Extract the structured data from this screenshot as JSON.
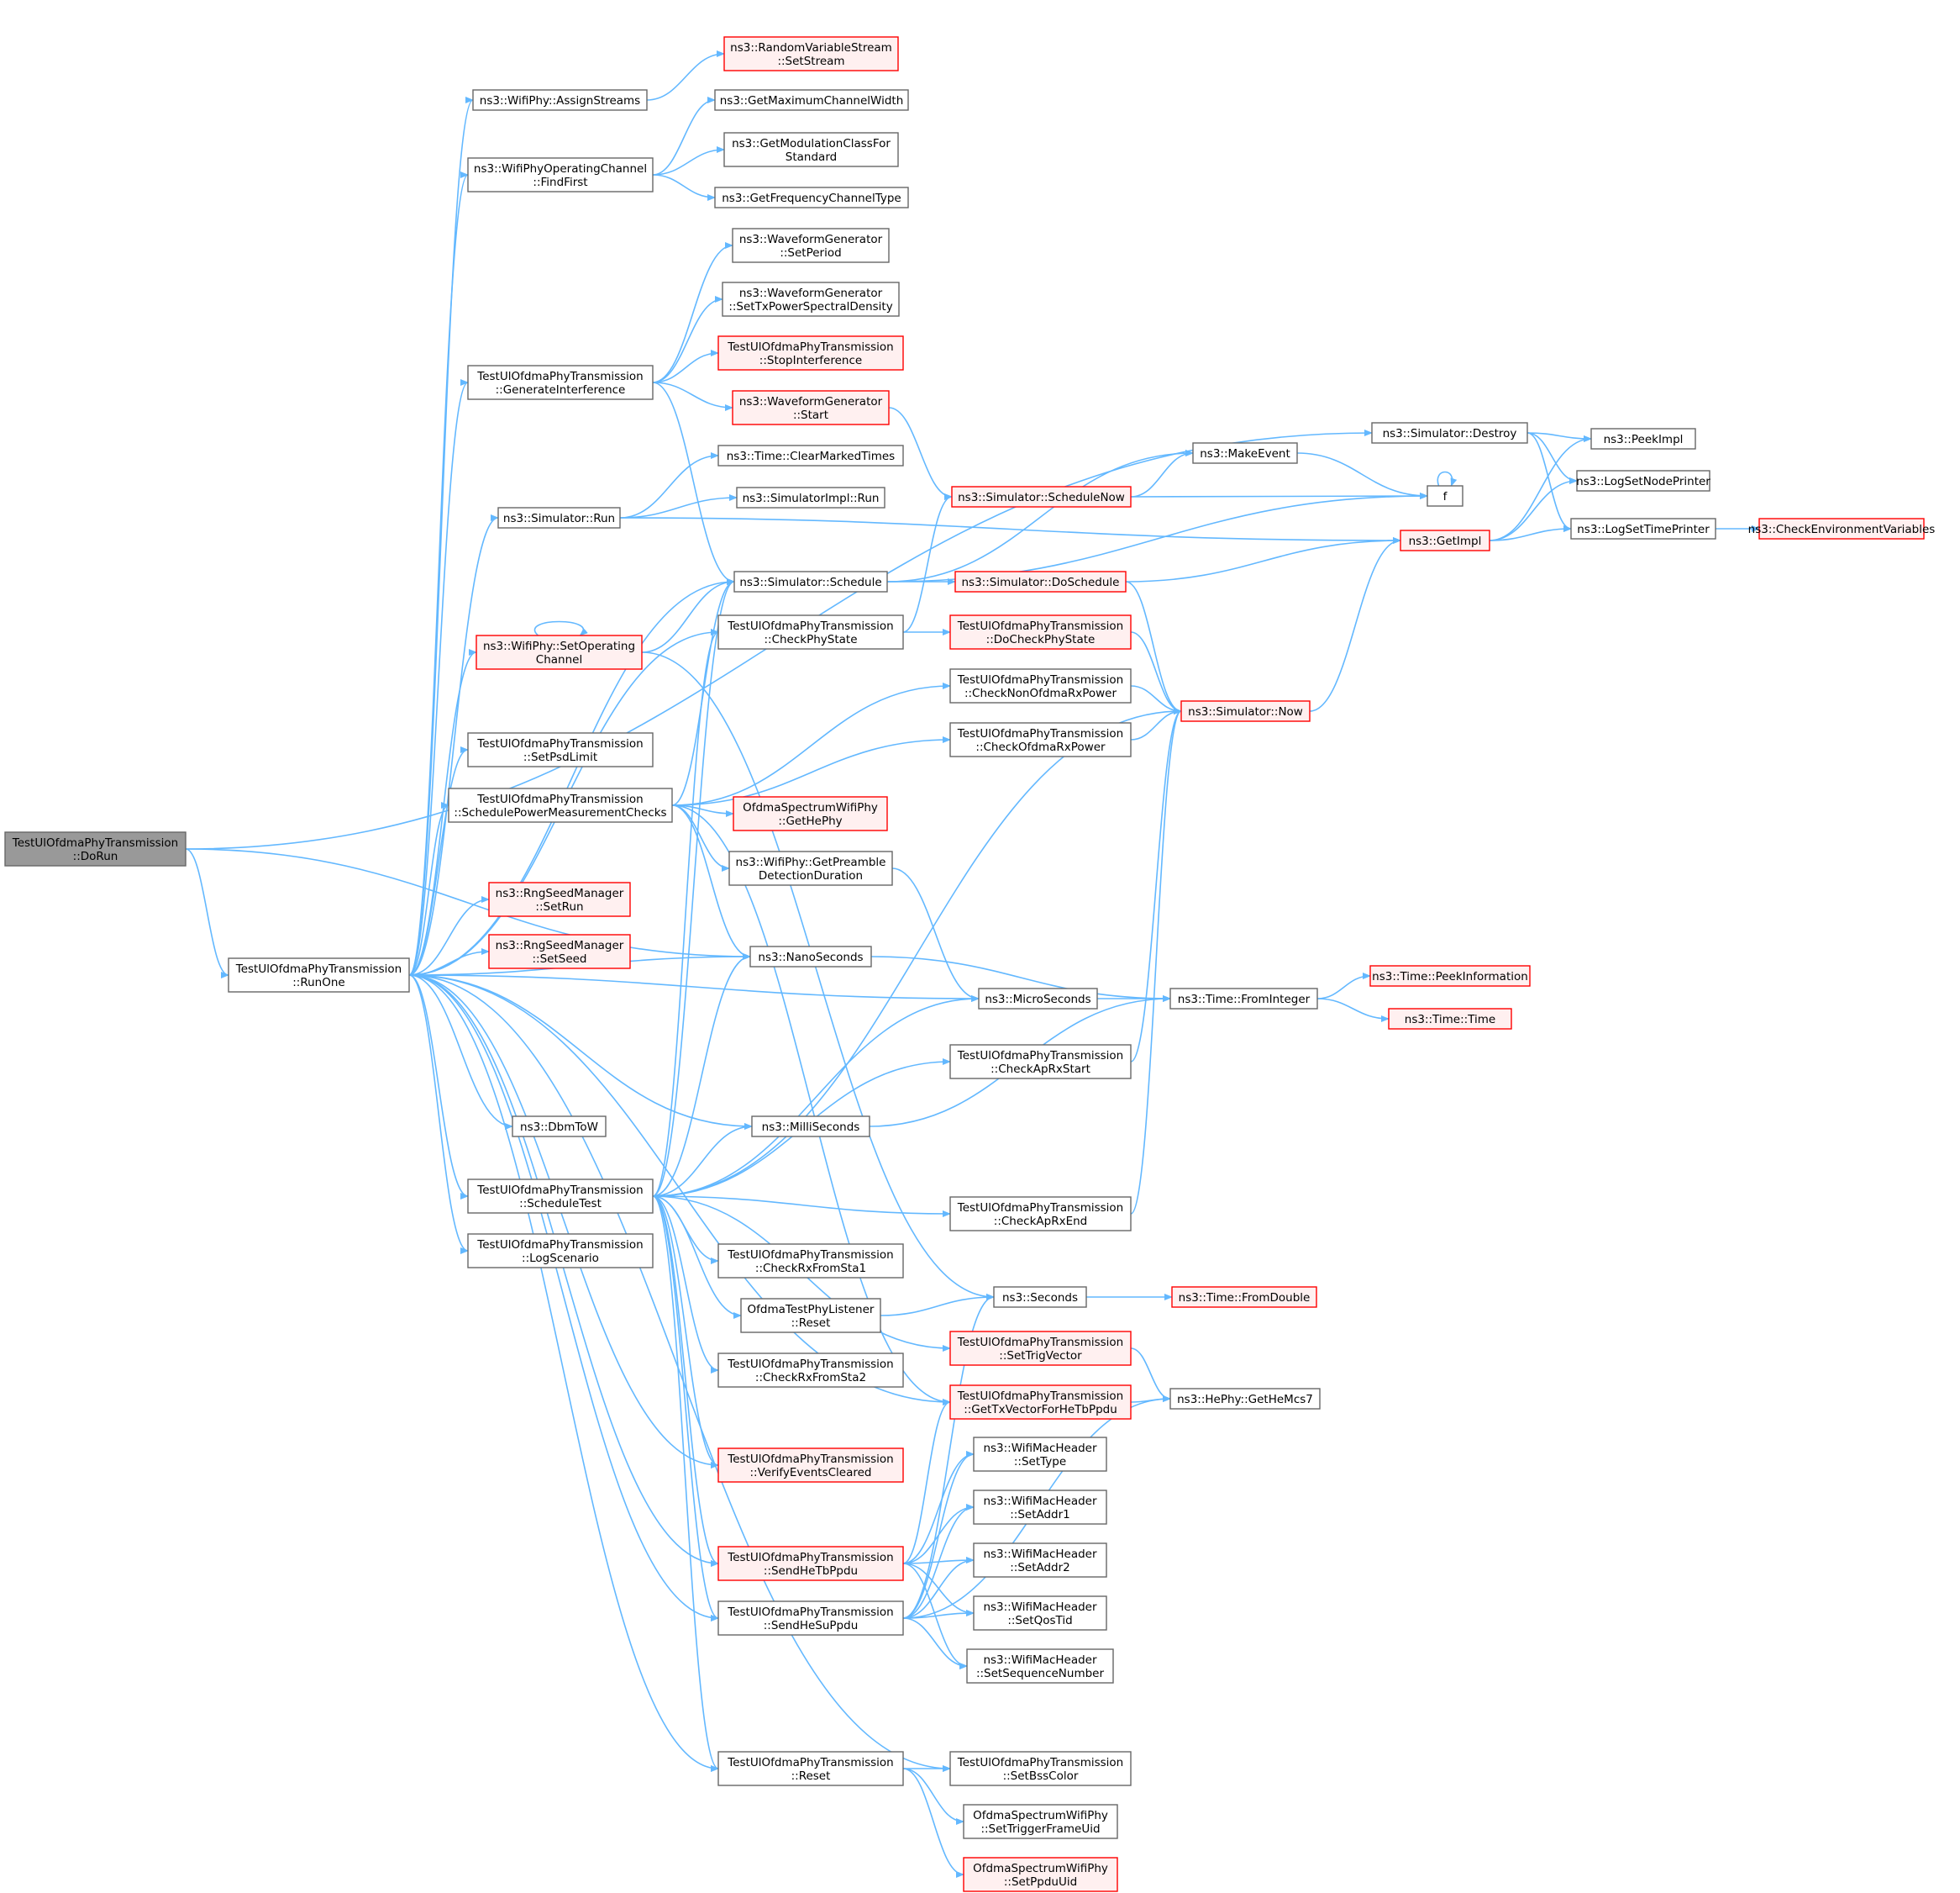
{
  "colors": {
    "edge": "#63b8ff",
    "node_border": "#666666",
    "node_fill": "#ffffff",
    "focus_fill": "#999999",
    "focus_border": "#666666",
    "red_border": "#ff0000",
    "red_fill": "#fff0f0",
    "text": "#000000"
  },
  "nodes": [
    {
      "id": "dorun",
      "lines": [
        "TestUlOfdmaPhyTransmission",
        "::DoRun"
      ],
      "style": "focus"
    },
    {
      "id": "runone",
      "lines": [
        "TestUlOfdmaPhyTransmission",
        "::RunOne"
      ],
      "style": "normal"
    },
    {
      "id": "assignstreams",
      "lines": [
        "ns3::WifiPhy::AssignStreams"
      ],
      "style": "normal"
    },
    {
      "id": "setstream",
      "lines": [
        "ns3::RandomVariableStream",
        "::SetStream"
      ],
      "style": "red"
    },
    {
      "id": "findfirst",
      "lines": [
        "ns3::WifiPhyOperatingChannel",
        "::FindFirst"
      ],
      "style": "normal"
    },
    {
      "id": "getmaxcw",
      "lines": [
        "ns3::GetMaximumChannelWidth"
      ],
      "style": "normal"
    },
    {
      "id": "getmodclass",
      "lines": [
        "ns3::GetModulationClassFor",
        "Standard"
      ],
      "style": "normal"
    },
    {
      "id": "getfreqtype",
      "lines": [
        "ns3::GetFrequencyChannelType"
      ],
      "style": "normal"
    },
    {
      "id": "geninterf",
      "lines": [
        "TestUlOfdmaPhyTransmission",
        "::GenerateInterference"
      ],
      "style": "normal"
    },
    {
      "id": "wg_setperiod",
      "lines": [
        "ns3::WaveformGenerator",
        "::SetPeriod"
      ],
      "style": "normal"
    },
    {
      "id": "wg_setpsd",
      "lines": [
        "ns3::WaveformGenerator",
        "::SetTxPowerSpectralDensity"
      ],
      "style": "normal"
    },
    {
      "id": "stopinterf",
      "lines": [
        "TestUlOfdmaPhyTransmission",
        "::StopInterference"
      ],
      "style": "red"
    },
    {
      "id": "wg_start",
      "lines": [
        "ns3::WaveformGenerator",
        "::Start"
      ],
      "style": "red"
    },
    {
      "id": "clearmarked",
      "lines": [
        "ns3::Time::ClearMarkedTimes"
      ],
      "style": "normal"
    },
    {
      "id": "simrun",
      "lines": [
        "ns3::Simulator::Run"
      ],
      "style": "normal"
    },
    {
      "id": "simimplrun",
      "lines": [
        "ns3::SimulatorImpl::Run"
      ],
      "style": "normal"
    },
    {
      "id": "schedule",
      "lines": [
        "ns3::Simulator::Schedule"
      ],
      "style": "normal"
    },
    {
      "id": "setopch",
      "lines": [
        "ns3::WifiPhy::SetOperating",
        "Channel"
      ],
      "style": "red"
    },
    {
      "id": "checkphystate",
      "lines": [
        "TestUlOfdmaPhyTransmission",
        "::CheckPhyState"
      ],
      "style": "normal"
    },
    {
      "id": "setpsdlimit",
      "lines": [
        "TestUlOfdmaPhyTransmission",
        "::SetPsdLimit"
      ],
      "style": "normal"
    },
    {
      "id": "schedpower",
      "lines": [
        "TestUlOfdmaPhyTransmission",
        "::SchedulePowerMeasurementChecks"
      ],
      "style": "normal"
    },
    {
      "id": "gethephy",
      "lines": [
        "OfdmaSpectrumWifiPhy",
        "::GetHePhy"
      ],
      "style": "red"
    },
    {
      "id": "getpreamble",
      "lines": [
        "ns3::WifiPhy::GetPreamble",
        "DetectionDuration"
      ],
      "style": "normal"
    },
    {
      "id": "setrun",
      "lines": [
        "ns3::RngSeedManager",
        "::SetRun"
      ],
      "style": "red"
    },
    {
      "id": "setseed",
      "lines": [
        "ns3::RngSeedManager",
        "::SetSeed"
      ],
      "style": "red"
    },
    {
      "id": "nanoseconds",
      "lines": [
        "ns3::NanoSeconds"
      ],
      "style": "normal"
    },
    {
      "id": "microseconds",
      "lines": [
        "ns3::MicroSeconds"
      ],
      "style": "normal"
    },
    {
      "id": "dbmtow",
      "lines": [
        "ns3::DbmToW"
      ],
      "style": "normal"
    },
    {
      "id": "milliseconds",
      "lines": [
        "ns3::MilliSeconds"
      ],
      "style": "normal"
    },
    {
      "id": "scheduletest",
      "lines": [
        "TestUlOfdmaPhyTransmission",
        "::ScheduleTest"
      ],
      "style": "normal"
    },
    {
      "id": "logscenario",
      "lines": [
        "TestUlOfdmaPhyTransmission",
        "::LogScenario"
      ],
      "style": "normal"
    },
    {
      "id": "checkrxsta1",
      "lines": [
        "TestUlOfdmaPhyTransmission",
        "::CheckRxFromSta1"
      ],
      "style": "normal"
    },
    {
      "id": "listenerreset",
      "lines": [
        "OfdmaTestPhyListener",
        "::Reset"
      ],
      "style": "normal"
    },
    {
      "id": "checkrxsta2",
      "lines": [
        "TestUlOfdmaPhyTransmission",
        "::CheckRxFromSta2"
      ],
      "style": "normal"
    },
    {
      "id": "verifyevents",
      "lines": [
        "TestUlOfdmaPhyTransmission",
        "::VerifyEventsCleared"
      ],
      "style": "red"
    },
    {
      "id": "sendhetb",
      "lines": [
        "TestUlOfdmaPhyTransmission",
        "::SendHeTbPpdu"
      ],
      "style": "red"
    },
    {
      "id": "sendhesu",
      "lines": [
        "TestUlOfdmaPhyTransmission",
        "::SendHeSuPpdu"
      ],
      "style": "normal"
    },
    {
      "id": "treset",
      "lines": [
        "TestUlOfdmaPhyTransmission",
        "::Reset"
      ],
      "style": "normal"
    },
    {
      "id": "makeevent",
      "lines": [
        "ns3::MakeEvent"
      ],
      "style": "normal"
    },
    {
      "id": "schedulenow",
      "lines": [
        "ns3::Simulator::ScheduleNow"
      ],
      "style": "red"
    },
    {
      "id": "doschedule",
      "lines": [
        "ns3::Simulator::DoSchedule"
      ],
      "style": "red"
    },
    {
      "id": "docheckphy",
      "lines": [
        "TestUlOfdmaPhyTransmission",
        "::DoCheckPhyState"
      ],
      "style": "red"
    },
    {
      "id": "checknonofdma",
      "lines": [
        "TestUlOfdmaPhyTransmission",
        "::CheckNonOfdmaRxPower"
      ],
      "style": "normal"
    },
    {
      "id": "checkofdma",
      "lines": [
        "TestUlOfdmaPhyTransmission",
        "::CheckOfdmaRxPower"
      ],
      "style": "normal"
    },
    {
      "id": "checkaprxstart",
      "lines": [
        "TestUlOfdmaPhyTransmission",
        "::CheckApRxStart"
      ],
      "style": "normal"
    },
    {
      "id": "checkaprxend",
      "lines": [
        "TestUlOfdmaPhyTransmission",
        "::CheckApRxEnd"
      ],
      "style": "normal"
    },
    {
      "id": "seconds",
      "lines": [
        "ns3::Seconds"
      ],
      "style": "normal"
    },
    {
      "id": "settrig",
      "lines": [
        "TestUlOfdmaPhyTransmission",
        "::SetTrigVector"
      ],
      "style": "red"
    },
    {
      "id": "gettxvec",
      "lines": [
        "TestUlOfdmaPhyTransmission",
        "::GetTxVectorForHeTbPpdu"
      ],
      "style": "red"
    },
    {
      "id": "settype",
      "lines": [
        "ns3::WifiMacHeader",
        "::SetType"
      ],
      "style": "normal"
    },
    {
      "id": "setaddr1",
      "lines": [
        "ns3::WifiMacHeader",
        "::SetAddr1"
      ],
      "style": "normal"
    },
    {
      "id": "setaddr2",
      "lines": [
        "ns3::WifiMacHeader",
        "::SetAddr2"
      ],
      "style": "normal"
    },
    {
      "id": "setqostid",
      "lines": [
        "ns3::WifiMacHeader",
        "::SetQosTid"
      ],
      "style": "normal"
    },
    {
      "id": "setseqnum",
      "lines": [
        "ns3::WifiMacHeader",
        "::SetSequenceNumber"
      ],
      "style": "normal"
    },
    {
      "id": "setbsscolor",
      "lines": [
        "TestUlOfdmaPhyTransmission",
        "::SetBssColor"
      ],
      "style": "normal"
    },
    {
      "id": "settrigframe",
      "lines": [
        "OfdmaSpectrumWifiPhy",
        "::SetTriggerFrameUid"
      ],
      "style": "normal"
    },
    {
      "id": "setppduuid",
      "lines": [
        "OfdmaSpectrumWifiPhy",
        "::SetPpduUid"
      ],
      "style": "red"
    },
    {
      "id": "destroy",
      "lines": [
        "ns3::Simulator::Destroy"
      ],
      "style": "normal"
    },
    {
      "id": "f",
      "lines": [
        "f"
      ],
      "style": "normal"
    },
    {
      "id": "getimpl",
      "lines": [
        "ns3::GetImpl"
      ],
      "style": "red"
    },
    {
      "id": "now",
      "lines": [
        "ns3::Simulator::Now"
      ],
      "style": "red"
    },
    {
      "id": "frominteger",
      "lines": [
        "ns3::Time::FromInteger"
      ],
      "style": "normal"
    },
    {
      "id": "fromdouble",
      "lines": [
        "ns3::Time::FromDouble"
      ],
      "style": "red"
    },
    {
      "id": "hemcs7",
      "lines": [
        "ns3::HePhy::GetHeMcs7"
      ],
      "style": "normal"
    },
    {
      "id": "peekimpl",
      "lines": [
        "ns3::PeekImpl"
      ],
      "style": "normal"
    },
    {
      "id": "lognodeprinter",
      "lines": [
        "ns3::LogSetNodePrinter"
      ],
      "style": "normal"
    },
    {
      "id": "logtimeprinter",
      "lines": [
        "ns3::LogSetTimePrinter"
      ],
      "style": "normal"
    },
    {
      "id": "checkenv",
      "lines": [
        "ns3::CheckEnvironmentVariables"
      ],
      "style": "red"
    },
    {
      "id": "peekinfo",
      "lines": [
        "ns3::Time::PeekInformation"
      ],
      "style": "red"
    },
    {
      "id": "timetime",
      "lines": [
        "ns3::Time::Time"
      ],
      "style": "red"
    }
  ],
  "edges": [
    [
      "dorun",
      "runone"
    ],
    [
      "dorun",
      "destroy"
    ],
    [
      "dorun",
      "nanoseconds"
    ],
    [
      "runone",
      "assignstreams"
    ],
    [
      "runone",
      "findfirst"
    ],
    [
      "runone",
      "geninterf"
    ],
    [
      "runone",
      "simrun"
    ],
    [
      "runone",
      "schedule"
    ],
    [
      "runone",
      "setopch"
    ],
    [
      "runone",
      "checkphystate"
    ],
    [
      "runone",
      "setpsdlimit"
    ],
    [
      "runone",
      "schedpower"
    ],
    [
      "runone",
      "setrun"
    ],
    [
      "runone",
      "setseed"
    ],
    [
      "runone",
      "nanoseconds"
    ],
    [
      "runone",
      "microseconds"
    ],
    [
      "runone",
      "milliseconds"
    ],
    [
      "runone",
      "dbmtow"
    ],
    [
      "runone",
      "scheduletest"
    ],
    [
      "runone",
      "logscenario"
    ],
    [
      "runone",
      "verifyevents"
    ],
    [
      "runone",
      "gettxvec"
    ],
    [
      "runone",
      "sendhetb"
    ],
    [
      "runone",
      "sendhesu"
    ],
    [
      "runone",
      "treset"
    ],
    [
      "runone",
      "setbsscolor"
    ],
    [
      "assignstreams",
      "setstream"
    ],
    [
      "findfirst",
      "getmaxcw"
    ],
    [
      "findfirst",
      "getmodclass"
    ],
    [
      "findfirst",
      "getfreqtype"
    ],
    [
      "geninterf",
      "wg_setperiod"
    ],
    [
      "geninterf",
      "wg_setpsd"
    ],
    [
      "geninterf",
      "stopinterf"
    ],
    [
      "geninterf",
      "wg_start"
    ],
    [
      "geninterf",
      "schedule"
    ],
    [
      "wg_start",
      "schedulenow"
    ],
    [
      "simrun",
      "clearmarked"
    ],
    [
      "simrun",
      "simimplrun"
    ],
    [
      "simrun",
      "getimpl"
    ],
    [
      "schedule",
      "doschedule"
    ],
    [
      "schedule",
      "makeevent"
    ],
    [
      "schedule",
      "f"
    ],
    [
      "setopch",
      "setopch"
    ],
    [
      "setopch",
      "schedule"
    ],
    [
      "setopch",
      "seconds"
    ],
    [
      "checkphystate",
      "docheckphy"
    ],
    [
      "checkphystate",
      "schedulenow"
    ],
    [
      "schedpower",
      "checknonofdma"
    ],
    [
      "schedpower",
      "checkofdma"
    ],
    [
      "schedpower",
      "gethephy"
    ],
    [
      "schedpower",
      "getpreamble"
    ],
    [
      "schedpower",
      "schedule"
    ],
    [
      "schedpower",
      "nanoseconds"
    ],
    [
      "schedpower",
      "gettxvec"
    ],
    [
      "getpreamble",
      "microseconds"
    ],
    [
      "nanoseconds",
      "frominteger"
    ],
    [
      "microseconds",
      "frominteger"
    ],
    [
      "milliseconds",
      "frominteger"
    ],
    [
      "scheduletest",
      "schedule"
    ],
    [
      "scheduletest",
      "checkphystate"
    ],
    [
      "scheduletest",
      "nanoseconds"
    ],
    [
      "scheduletest",
      "microseconds"
    ],
    [
      "scheduletest",
      "milliseconds"
    ],
    [
      "scheduletest",
      "checkaprxstart"
    ],
    [
      "scheduletest",
      "checkaprxend"
    ],
    [
      "scheduletest",
      "now"
    ],
    [
      "scheduletest",
      "checkrxsta1"
    ],
    [
      "scheduletest",
      "listenerreset"
    ],
    [
      "scheduletest",
      "checkrxsta2"
    ],
    [
      "scheduletest",
      "verifyevents"
    ],
    [
      "scheduletest",
      "sendhetb"
    ],
    [
      "scheduletest",
      "sendhesu"
    ],
    [
      "scheduletest",
      "treset"
    ],
    [
      "scheduletest",
      "settrig"
    ],
    [
      "listenerreset",
      "seconds"
    ],
    [
      "sendhetb",
      "settype"
    ],
    [
      "sendhetb",
      "setaddr1"
    ],
    [
      "sendhetb",
      "setaddr2"
    ],
    [
      "sendhetb",
      "setqostid"
    ],
    [
      "sendhetb",
      "setseqnum"
    ],
    [
      "sendhetb",
      "gettxvec"
    ],
    [
      "sendhesu",
      "settype"
    ],
    [
      "sendhesu",
      "setaddr1"
    ],
    [
      "sendhesu",
      "setaddr2"
    ],
    [
      "sendhesu",
      "setqostid"
    ],
    [
      "sendhesu",
      "setseqnum"
    ],
    [
      "sendhesu",
      "hemcs7"
    ],
    [
      "sendhesu",
      "seconds"
    ],
    [
      "treset",
      "setbsscolor"
    ],
    [
      "treset",
      "settrigframe"
    ],
    [
      "treset",
      "setppduuid"
    ],
    [
      "makeevent",
      "f"
    ],
    [
      "schedulenow",
      "makeevent"
    ],
    [
      "schedulenow",
      "f"
    ],
    [
      "doschedule",
      "getimpl"
    ],
    [
      "doschedule",
      "now"
    ],
    [
      "docheckphy",
      "now"
    ],
    [
      "checknonofdma",
      "now"
    ],
    [
      "checkofdma",
      "now"
    ],
    [
      "checkaprxstart",
      "now"
    ],
    [
      "checkaprxend",
      "now"
    ],
    [
      "seconds",
      "fromdouble"
    ],
    [
      "settrig",
      "hemcs7"
    ],
    [
      "gettxvec",
      "hemcs7"
    ],
    [
      "destroy",
      "peekimpl"
    ],
    [
      "destroy",
      "lognodeprinter"
    ],
    [
      "destroy",
      "logtimeprinter"
    ],
    [
      "f",
      "f"
    ],
    [
      "now",
      "getimpl"
    ],
    [
      "getimpl",
      "peekimpl"
    ],
    [
      "getimpl",
      "lognodeprinter"
    ],
    [
      "getimpl",
      "logtimeprinter"
    ],
    [
      "logtimeprinter",
      "checkenv"
    ],
    [
      "frominteger",
      "peekinfo"
    ],
    [
      "frominteger",
      "timetime"
    ]
  ]
}
